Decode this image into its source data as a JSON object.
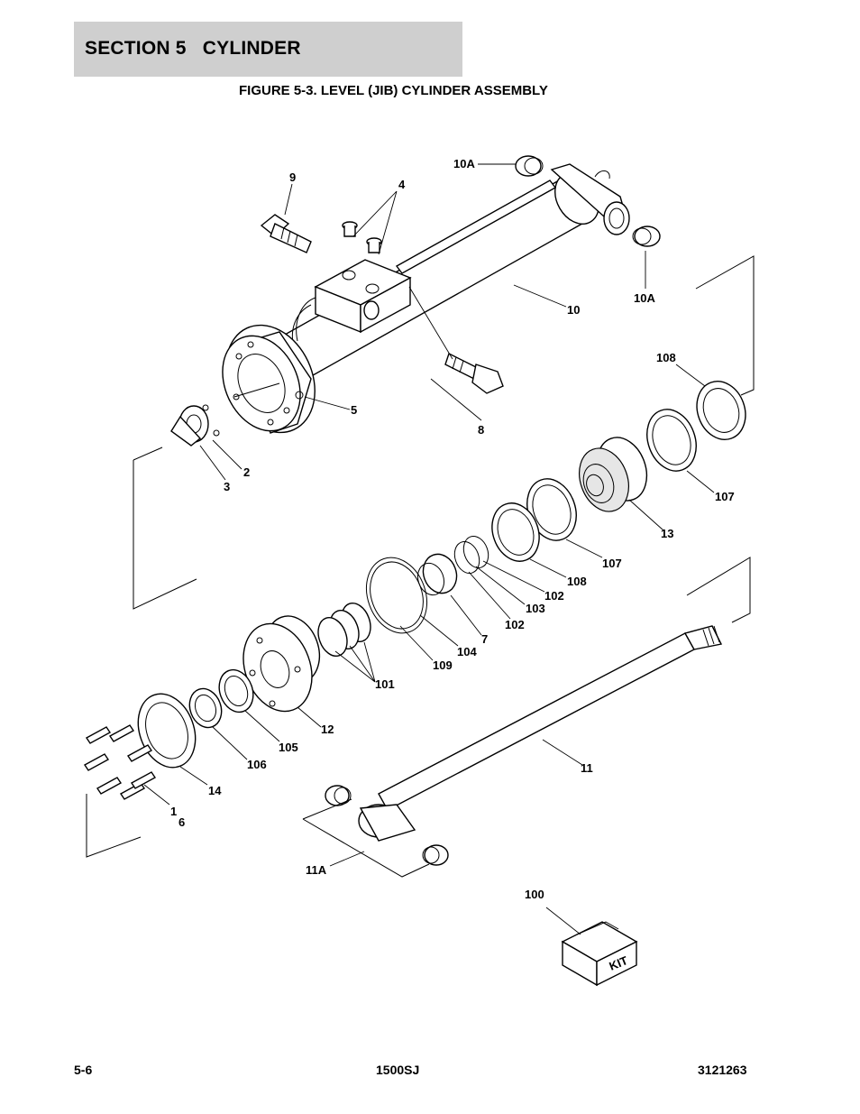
{
  "header": {
    "section_title": "SECTION 5   CYLINDER",
    "figure_title": "FIGURE 5-3. LEVEL (JIB) CYLINDER ASSEMBLY"
  },
  "callouts": {
    "c10A_top": "10A",
    "c9": "9",
    "c4": "4",
    "c10": "10",
    "c10A_right": "10A",
    "c5": "5",
    "c8": "8",
    "c108_top": "108",
    "c2": "2",
    "c3": "3",
    "c107_right": "107",
    "c13": "13",
    "c107_mid": "107",
    "c108_mid": "108",
    "c102_a": "102",
    "c103": "103",
    "c102_b": "102",
    "c7": "7",
    "c104": "104",
    "c109": "109",
    "c101": "101",
    "c12": "12",
    "c105": "105",
    "c106": "106",
    "c14": "14",
    "c1": "1",
    "c6": "6",
    "c11": "11",
    "c11A": "11A",
    "c100": "100",
    "kit_label": "KIT"
  },
  "footer": {
    "page_number": "5-6",
    "model": "1500SJ",
    "doc_number": "3121263"
  }
}
